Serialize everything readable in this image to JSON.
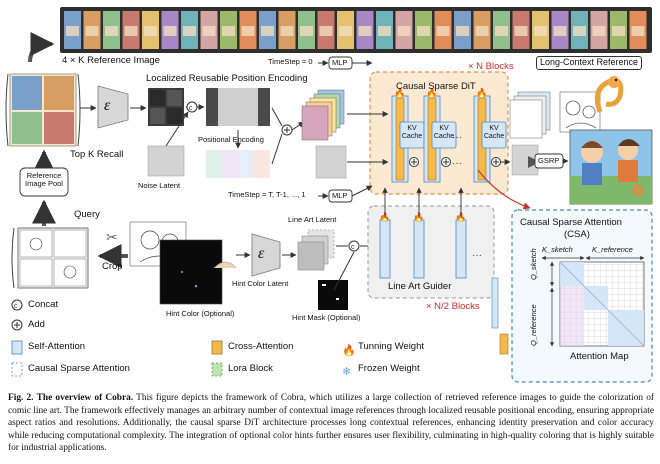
{
  "diagram": {
    "top_label": "4 × K Reference Image",
    "long_context_label": "Long-Context Reference",
    "lrpe_title": "Localized Reusable Position Encoding",
    "positional_encoding": "Positional Encoding",
    "noise_latent": "Noise Latent",
    "top_k_recall": "Top K Recall",
    "reference_pool": "Reference Image Pool",
    "query": "Query",
    "crop": "Crop",
    "timestep_top": "TimeStep = 0",
    "timestep_bottom": "TimeStep = T, T-1, ..., 1",
    "mlp": "MLP",
    "n_blocks": "× N Blocks",
    "n2_blocks": "× N/2 Blocks",
    "causal_sparse_dit": "Causal Sparse DiT",
    "kv_cache": "KV Cache",
    "gsrp": "GSRP",
    "line_art_latent": "Line Art Latent",
    "hint_color_latent": "Hint Color Latent",
    "hint_color_optional": "Hint Color (Optional)",
    "hint_mask_optional": "Hint Mask (Optional)",
    "line_art_guider": "Line Art Guider",
    "csa_title_line1": "Causal Sparse Attention",
    "csa_title_line2": "(CSA)",
    "k_sketch": "K_sketch",
    "k_reference": "K_reference",
    "q_sketch": "Q_sketch",
    "q_reference": "Q_reference",
    "attention_map": "Attention Map",
    "encoder_symbol": "ε"
  },
  "legend": {
    "concat": "Concat",
    "add": "Add",
    "self_attention": "Self-Attention",
    "cross_attention": "Cross-Attention",
    "tunning_weight": "Tunning Weight",
    "causal_sparse_attention": "Causal Sparse Attention",
    "lora_block": "Lora Block",
    "frozen_weight": "Frozen Weight"
  },
  "caption": {
    "prefix": "Fig. 2.",
    "title": "The overview of Cobra.",
    "body": "This figure depicts the framework of Cobra, which utilizes a large collection of retrieved reference images to guide the colorization of comic line art. The framework effectively manages an arbitrary number of contextual image references through localized reusable positional encoding, ensuring appropriate aspect ratios and resolutions. Additionally, the causal sparse DiT architecture processes long contextual references, enhancing identity preservation and color accuracy while reducing computational complexity. The integration of optional color hints further ensures user flexibility, culminating in high-quality coloring that is highly suitable for industrial applications."
  },
  "colors": {
    "self_attention": "#d5e6f6",
    "cross_attention": "#f3b94a",
    "lora_block": "#bfe3b0",
    "csa_border": "#4a86c5",
    "accent_red": "#d12c2c",
    "dit_bg": "#fbe9d2"
  }
}
